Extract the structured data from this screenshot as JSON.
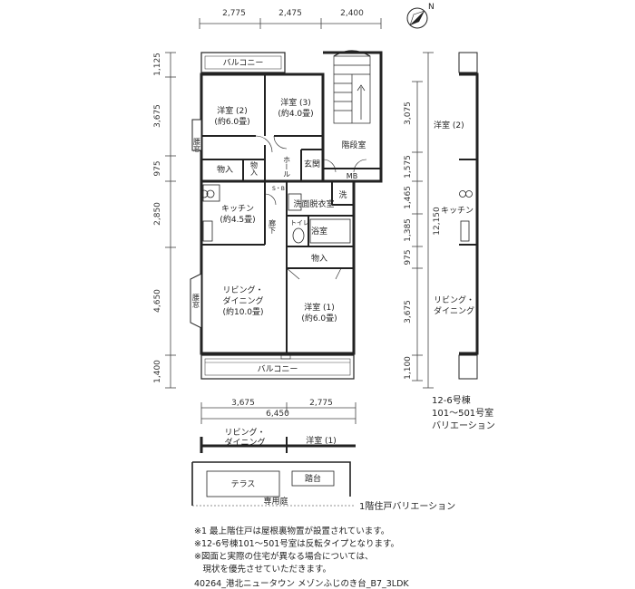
{
  "dims": {
    "top": [
      "2,775",
      "2,475",
      "2,400"
    ],
    "left": [
      "1,125",
      "3,675",
      "975",
      "2,850",
      "4,650",
      "1,400"
    ],
    "right": [
      "3,075",
      "1,575",
      "1,465",
      "1,385",
      "975",
      "3,675",
      "1,100"
    ],
    "total_height": "12,150",
    "bottom_parts": [
      "3,675",
      "2,775"
    ],
    "bottom_total": "6,450"
  },
  "rooms": {
    "balcony_top": "バルコニー",
    "bedroom2": "洋室 (2)",
    "bedroom2_area": "(約6.0畳)",
    "bedroom3": "洋室 (3)",
    "bedroom3_area": "(約4.0畳)",
    "stairwell": "階段室",
    "storage1": "物入",
    "storage2": "物入",
    "hall": "ホール",
    "entrance": "玄関",
    "mb": "MB",
    "shoebox": "S・B",
    "washroom": "洗面脱衣室",
    "washer": "洗",
    "kitchen": "キッチン",
    "kitchen_area": "(約4.5畳)",
    "corridor": "廊下",
    "toilet": "トイレ",
    "bathroom": "浴室",
    "storage3": "物入",
    "living": "リビング・",
    "living2": "ダイニング",
    "living_area": "(約10.0畳)",
    "bedroom1": "洋室 (1)",
    "bedroom1_area": "(約6.0畳)",
    "balcony_bottom": "バルコニー",
    "window_a": "腰窓",
    "window_b": "腰窓"
  },
  "variation": {
    "bedroom2": "洋室 (2)",
    "kitchen": "キッチン",
    "living": "リビング・",
    "living2": "ダイニング",
    "caption1": "12-6号棟",
    "caption2": "101～501号室",
    "caption3": "バリエーション"
  },
  "ground": {
    "living": "リビング・",
    "living2": "ダイニング",
    "bedroom1": "洋室 (1)",
    "terrace": "テラス",
    "step": "踏台",
    "garden": "専用庭",
    "caption": "1階住戸バリエーション"
  },
  "notes": [
    "※1 最上階住戸は屋根裏物置が設置されています。",
    "※12-6号棟101～501号室は反転タイプとなります。",
    "※図面と実際の住宅が異なる場合については、",
    "　現状を優先させていただきます。"
  ],
  "footer": "40264_港北ニュータウン メゾンふじのき台_B7_3LDK",
  "compass": "N"
}
